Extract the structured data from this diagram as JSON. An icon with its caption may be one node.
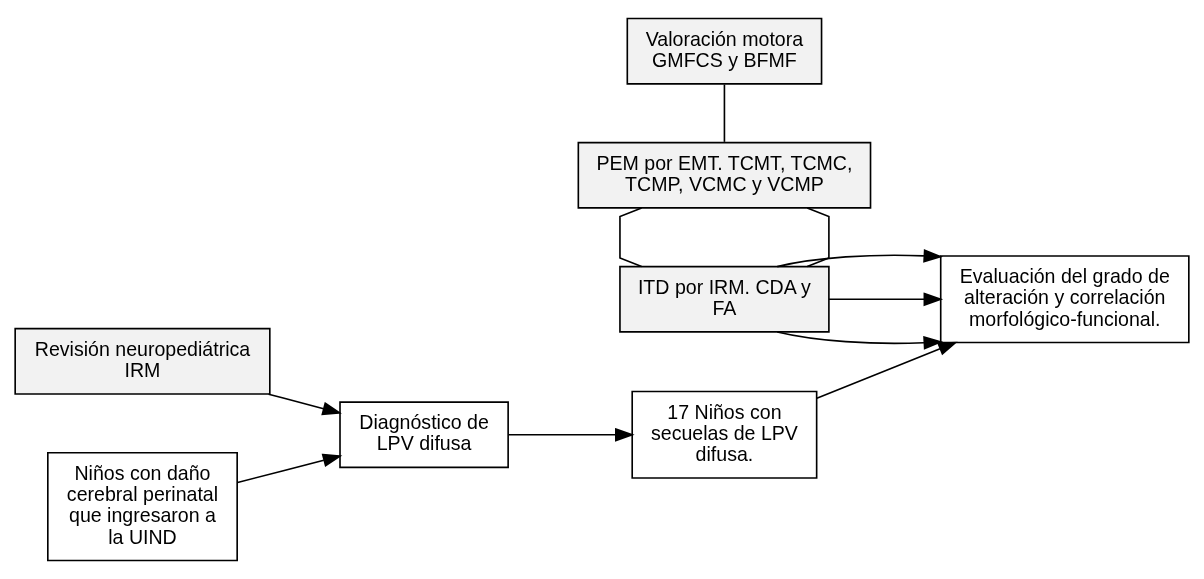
{
  "diagram": {
    "nodes": [
      {
        "text": [
          "Valoración motora GMFCS y BFMF"
        ]
      },
      {
        "text": [
          "PEM por EMT. TCMT, TCMC, TCMP, VCMC y VCMP"
        ]
      },
      {
        "text": [
          "Revisión neuropediátrica IRM"
        ]
      },
      {
        "text": [
          "ITD por IRM. CDA y FA"
        ]
      },
      {
        "text": [
          "Niños con daño cerebral perinatal que ingresaron a la UIND"
        ]
      },
      {
        "text": [
          "Diagnóstico de LPV difusa"
        ]
      },
      {
        "text": [
          "17 Niños con secuelas de LPV difusa."
        ]
      },
      {
        "text": [
          "Evaluación del grado de alteración y correlación morfológico-funcional."
        ]
      }
    ],
    "edges": [
      {
        "from": 0,
        "to": 1,
        "arrow": "none"
      },
      {
        "from": 1,
        "to": 3,
        "arrow": "none"
      },
      {
        "from": 1,
        "to": 3,
        "arrow": "none"
      },
      {
        "from": 3,
        "to": 7,
        "arrow": "to"
      },
      {
        "from": 3,
        "to": 7,
        "arrow": "to"
      },
      {
        "from": 3,
        "to": 7,
        "arrow": "to"
      },
      {
        "from": 2,
        "to": 5,
        "arrow": "to"
      },
      {
        "from": 4,
        "to": 5,
        "arrow": "to"
      },
      {
        "from": 5,
        "to": 6,
        "arrow": "to"
      },
      {
        "from": 6,
        "to": 7,
        "arrow": "to"
      }
    ]
  }
}
